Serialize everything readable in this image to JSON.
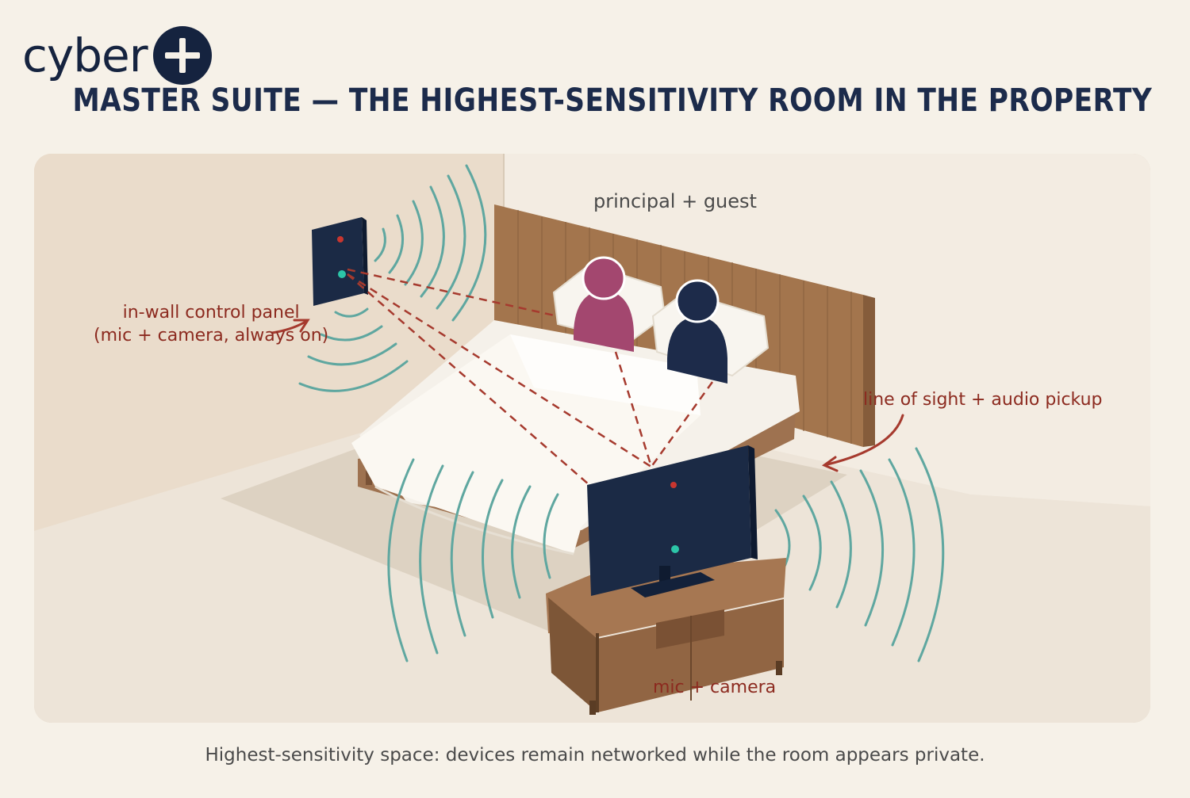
{
  "brand": {
    "wordmark": "cyber",
    "icon": "plus-circle-icon",
    "color": "#15233f"
  },
  "header": {
    "title": "MASTER SUITE — THE HIGHEST-SENSITIVITY ROOM IN THE PROPERTY"
  },
  "diagram": {
    "labels": {
      "occupants": "principal + guest",
      "wall_panel": [
        "in-wall control panel",
        "(mic + camera, always on)"
      ],
      "sight_line": "line of sight + audio pickup",
      "tv": "mic + camera"
    },
    "devices": [
      {
        "name": "in-wall control panel",
        "icon": "control-panel-icon"
      },
      {
        "name": "tv",
        "icon": "tv-icon"
      }
    ],
    "occupants": [
      {
        "name": "principal",
        "icon": "person-icon",
        "color": "#a3476f"
      },
      {
        "name": "guest",
        "icon": "person-icon",
        "color": "#1d2b4a"
      }
    ],
    "colors": {
      "sight_line": "#a63a2e",
      "signal_waves": "#5fa7a0",
      "device": "#1b2a45",
      "recording_led": "#c9362f",
      "camera_led": "#2cc5a8"
    }
  },
  "footer": {
    "caption": "Highest-sensitivity space: devices remain networked while the room appears private."
  }
}
